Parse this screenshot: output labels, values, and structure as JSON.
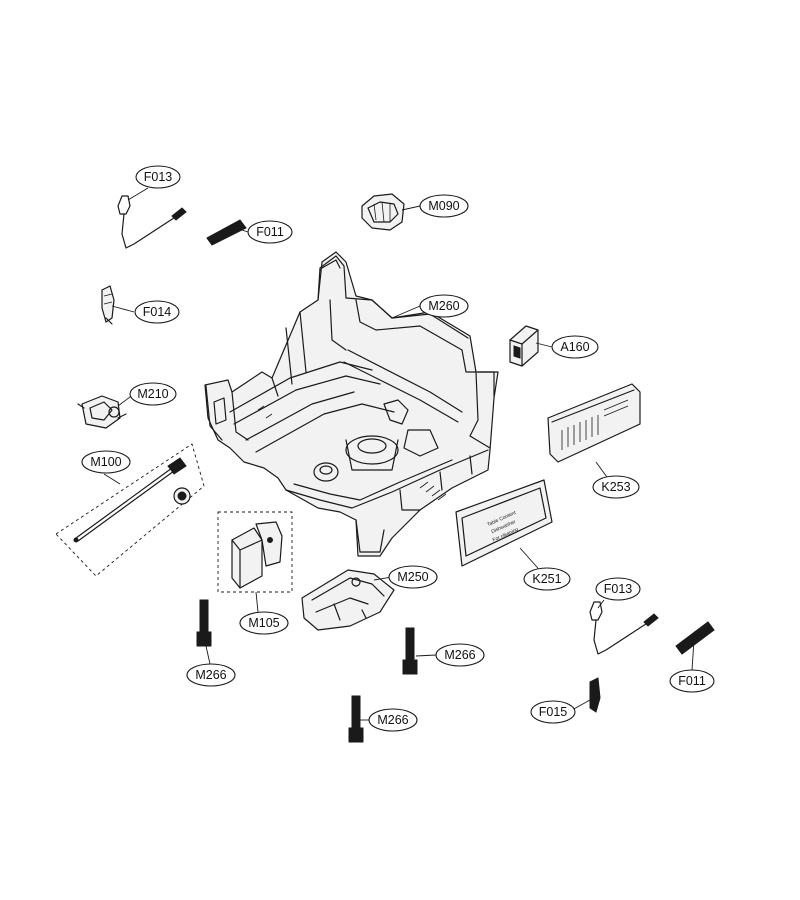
{
  "callouts": [
    {
      "id": "F013-top",
      "label": "F013"
    },
    {
      "id": "F011-top",
      "label": "F011"
    },
    {
      "id": "M090",
      "label": "M090"
    },
    {
      "id": "F014",
      "label": "F014"
    },
    {
      "id": "M260",
      "label": "M260"
    },
    {
      "id": "A160",
      "label": "A160"
    },
    {
      "id": "M210",
      "label": "M210"
    },
    {
      "id": "M100",
      "label": "M100"
    },
    {
      "id": "K253",
      "label": "K253"
    },
    {
      "id": "K251",
      "label": "K251"
    },
    {
      "id": "M250",
      "label": "M250"
    },
    {
      "id": "M105",
      "label": "M105"
    },
    {
      "id": "F013-bottom",
      "label": "F013"
    },
    {
      "id": "F011-bottom",
      "label": "F011"
    },
    {
      "id": "M266-left",
      "label": "M266"
    },
    {
      "id": "M266-mid",
      "label": "M266"
    },
    {
      "id": "M266-bottom",
      "label": "M266"
    },
    {
      "id": "F015",
      "label": "F015"
    }
  ]
}
